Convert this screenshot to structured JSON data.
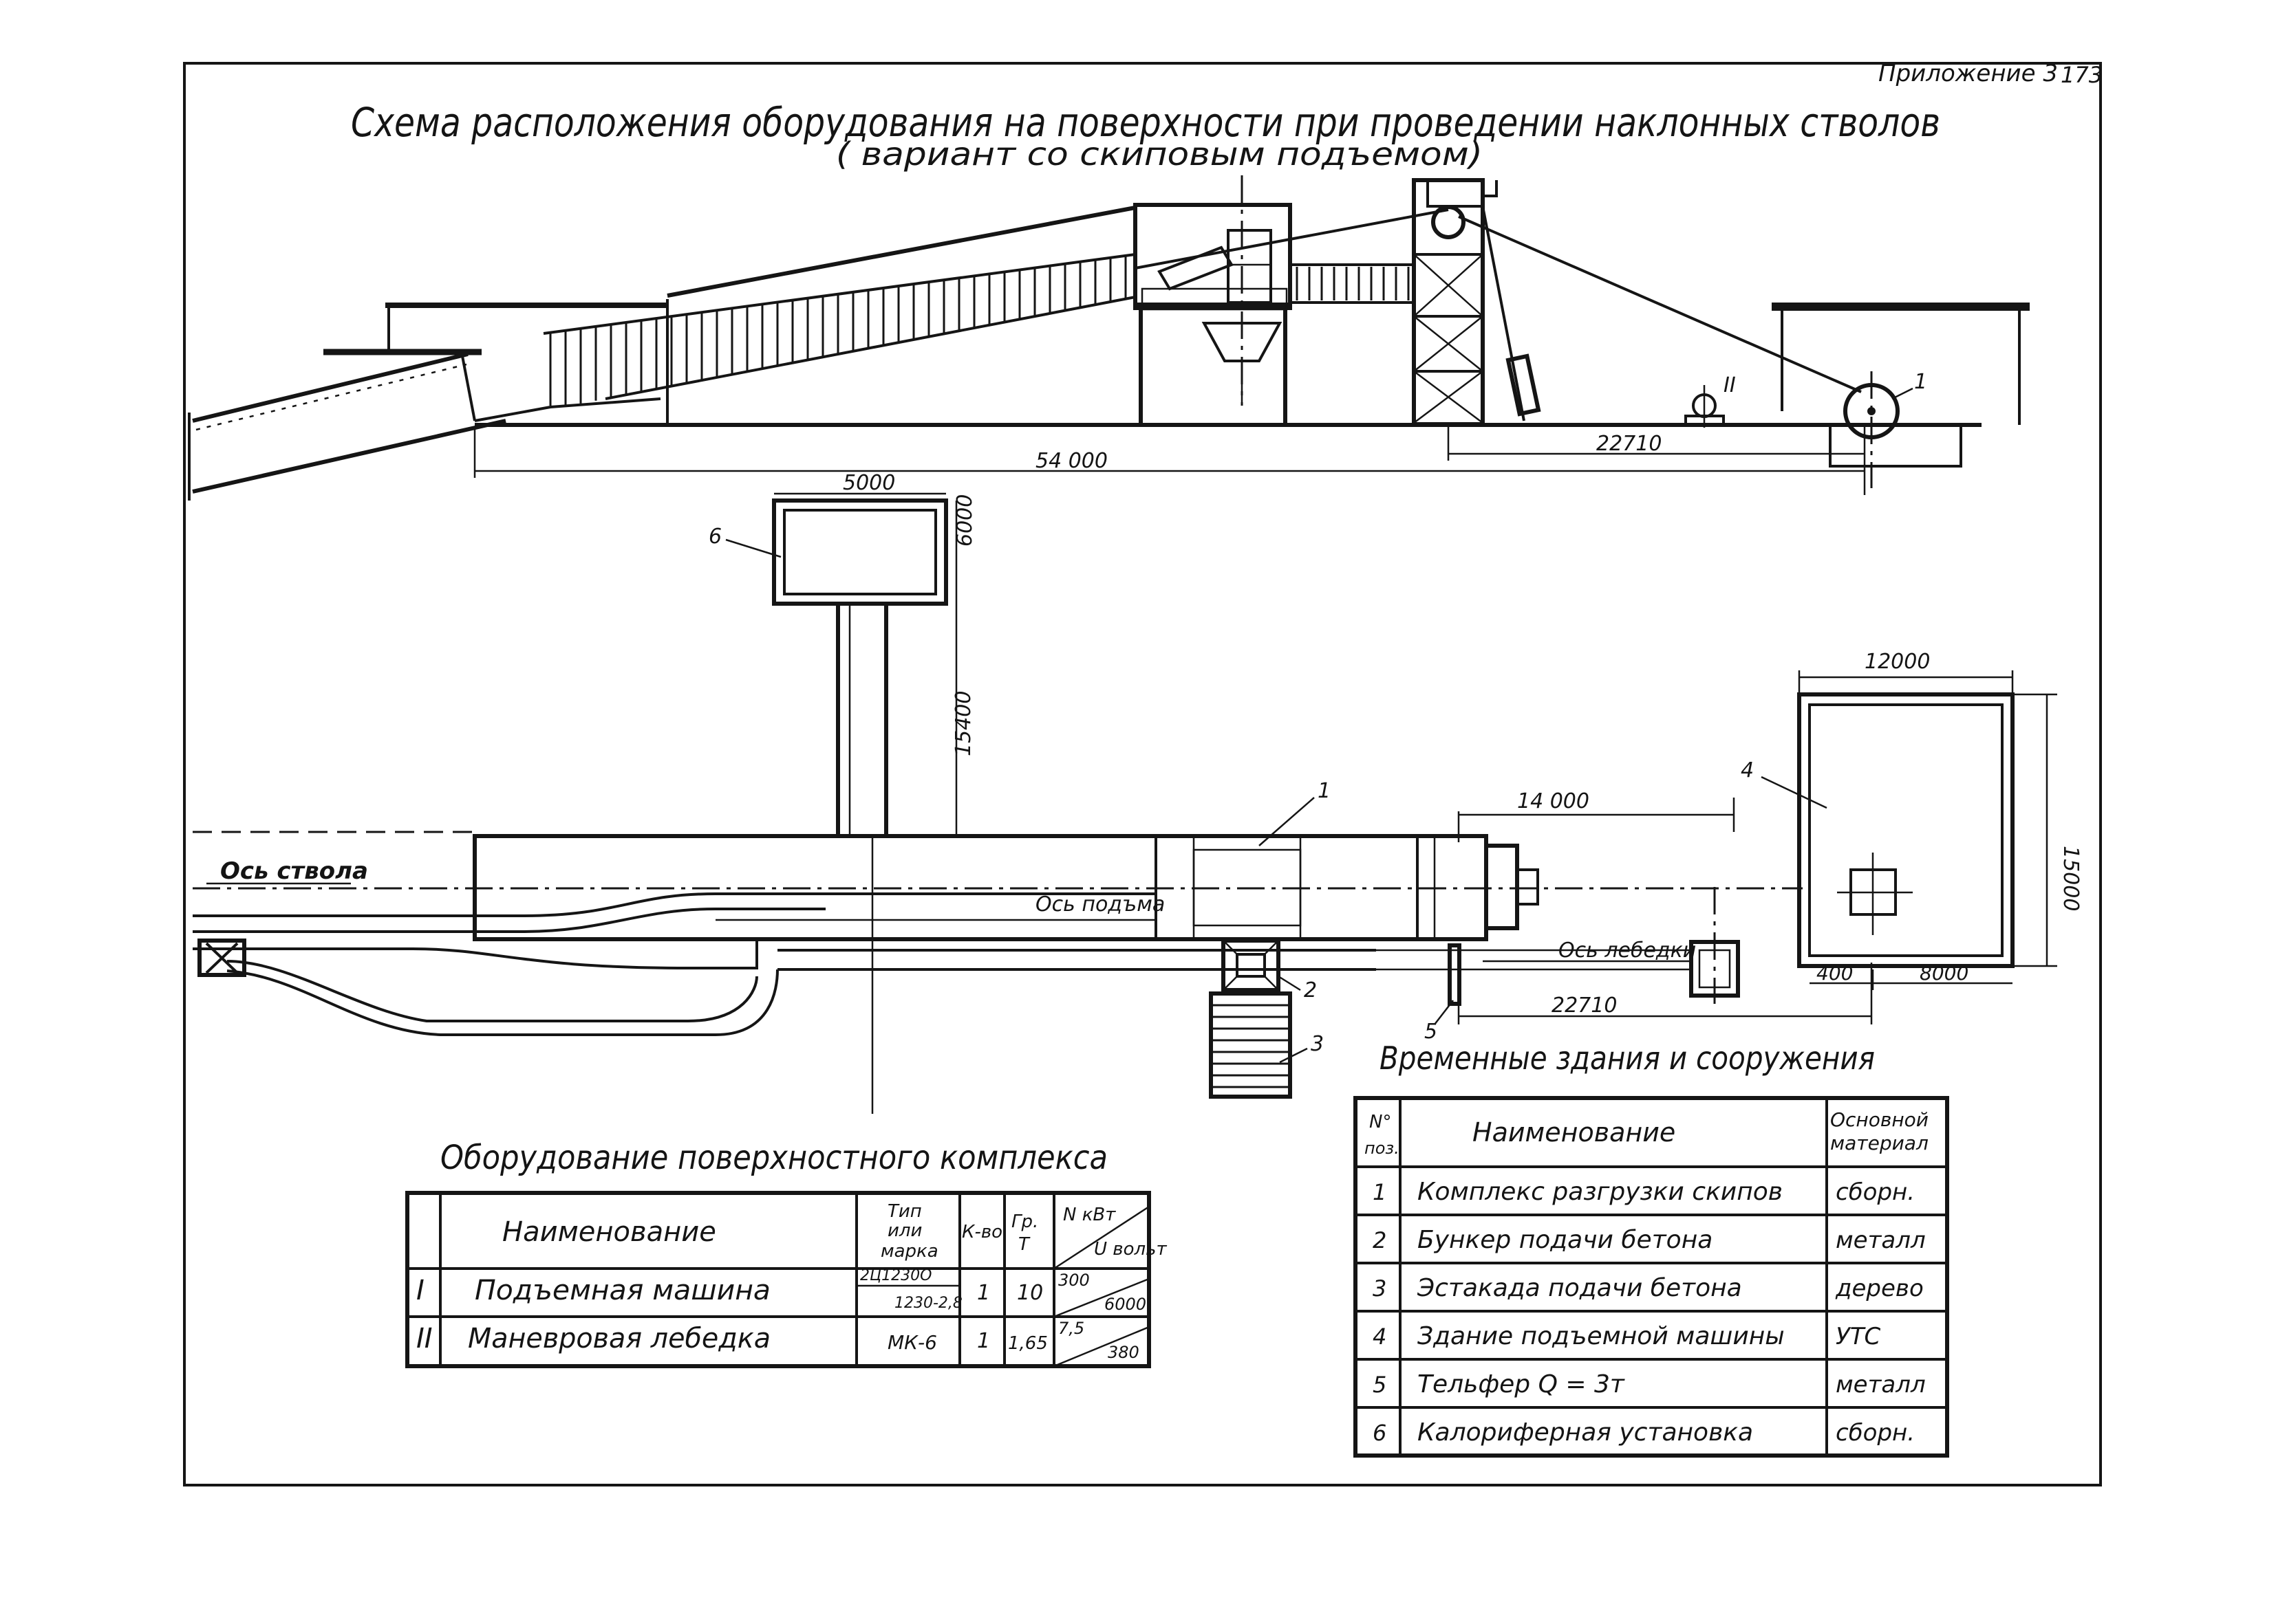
{
  "appendix_label": "Приложение 3",
  "page_number": "173",
  "title_line1": "Схема расположения оборудования на поверхности при проведении наклонных стволов",
  "title_line2": "( вариант со скиповым подъемом)",
  "elevation": {
    "dim_total": "54 000",
    "dim_winch_distance": "22710",
    "label_hoist": "1",
    "label_winch": "II"
  },
  "plan": {
    "dim_heater_width": "5000",
    "dim_heater_height": "6000",
    "dim_heater_offset": "15400",
    "dim_building_width": "12000",
    "dim_building_height": "15000",
    "dim_to_building": "14 000",
    "dim_winch_axis": "22710",
    "dim_400": "400",
    "dim_8000": "8000",
    "axis_shaft": "Ось ствола",
    "axis_hoist": "Ось подъма",
    "axis_winch": "Ось лебедки",
    "pos_labels": [
      "1",
      "2",
      "3",
      "4",
      "5",
      "6"
    ]
  },
  "equipment_table": {
    "caption": "Оборудование поверхностного комплекса",
    "headers": {
      "name": "Наименование",
      "type_l1": "Тип",
      "type_l2": "или",
      "type_l3": "марка",
      "qty": "К-во",
      "cap_l1": "Гр.",
      "cap_l2": "Т",
      "power_top": "N кВт",
      "power_bottom": "U вольт"
    },
    "rows": [
      {
        "num": "I",
        "name": "Подъемная машина",
        "type_top": "2Ц1230О",
        "type_bottom": "1230-2,8",
        "qty": "1",
        "cap": "10",
        "power_top": "300",
        "power_bottom": "6000"
      },
      {
        "num": "II",
        "name": "Маневровая лебедка",
        "type_top": "МК-6",
        "type_bottom": "",
        "qty": "1",
        "cap": "1,65",
        "power_top": "7,5",
        "power_bottom": "380"
      }
    ]
  },
  "buildings_table": {
    "caption": "Временные здания и сооружения",
    "headers": {
      "num_l1": "N°",
      "num_l2": "поз.",
      "name": "Наименование",
      "material_l1": "Основной",
      "material_l2": "материал"
    },
    "rows": [
      {
        "num": "1",
        "name": "Комплекс разгрузки скипов",
        "material": "сборн."
      },
      {
        "num": "2",
        "name": "Бункер подачи бетона",
        "material": "металл"
      },
      {
        "num": "3",
        "name": "Эстакада подачи бетона",
        "material": "дерево"
      },
      {
        "num": "4",
        "name": "Здание подъемной машины",
        "material": "УТС"
      },
      {
        "num": "5",
        "name": "Тельфер Q = 3т",
        "material": "металл"
      },
      {
        "num": "6",
        "name": "Калориферная установка",
        "material": "сборн."
      }
    ]
  }
}
